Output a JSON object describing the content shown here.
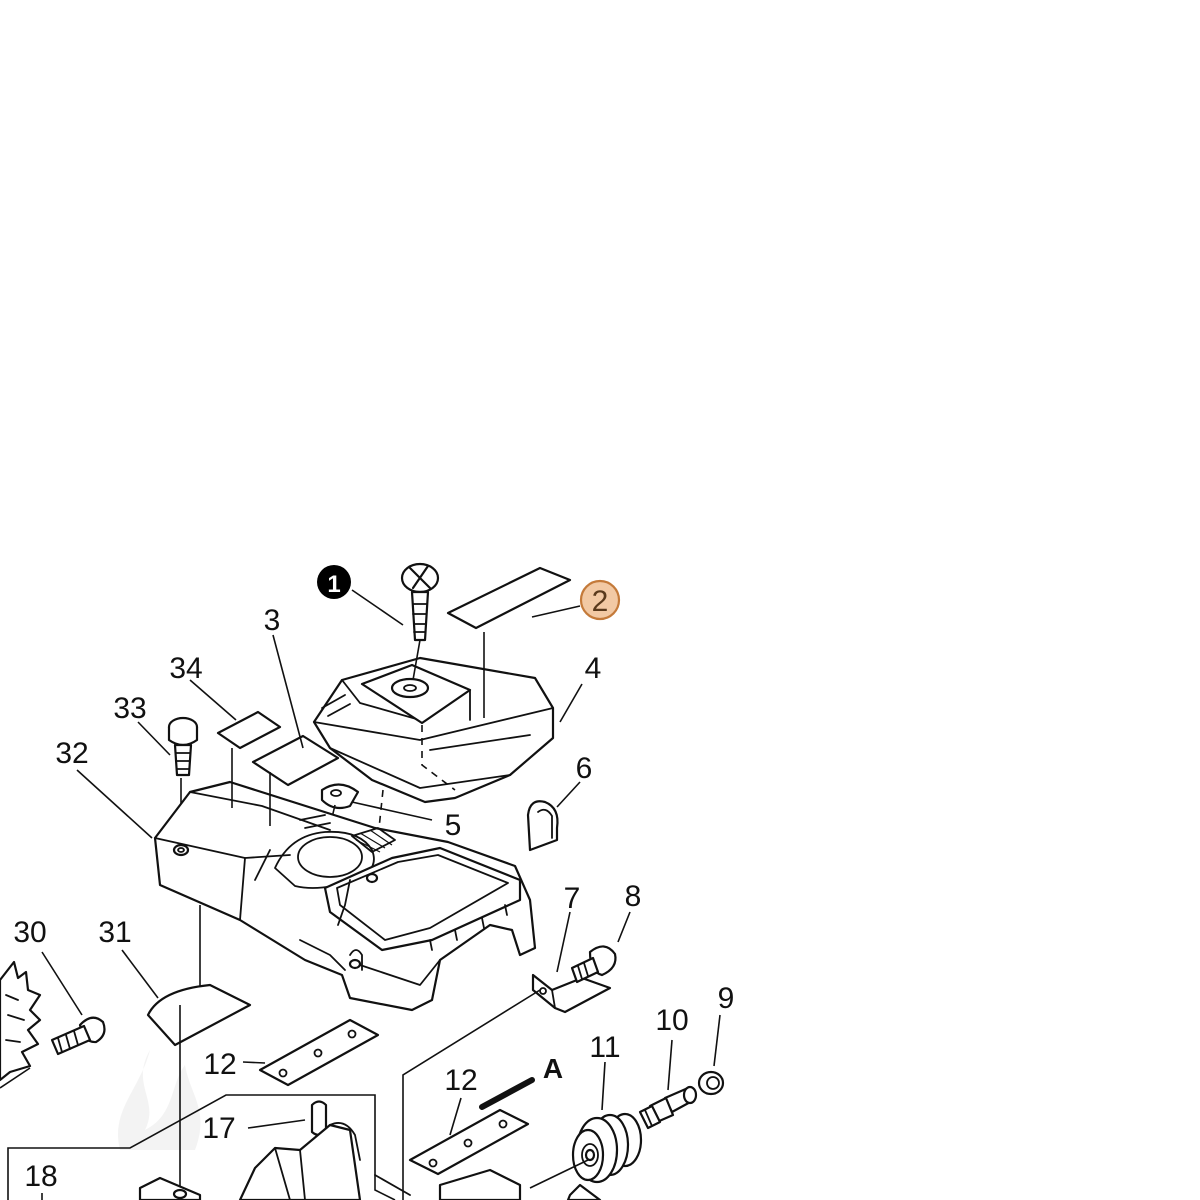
{
  "diagram": {
    "callout_labels": {
      "c1": "1",
      "c2": "2",
      "c3": "3",
      "c4": "4",
      "c5": "5",
      "c6": "6",
      "c7": "7",
      "c8": "8",
      "c9": "9",
      "c10": "10",
      "c11": "11",
      "c12a": "12",
      "c12b": "12",
      "c17": "17",
      "c18": "18",
      "c30": "30",
      "c31": "31",
      "c32": "32",
      "c33": "33",
      "c34": "34",
      "cA": "A"
    },
    "colors": {
      "highlight_fill": "#f2c9a4",
      "highlight_stroke": "#c47a3a",
      "badge_fill": "#000000",
      "line": "#111111"
    },
    "highlighted_callout": "2"
  }
}
